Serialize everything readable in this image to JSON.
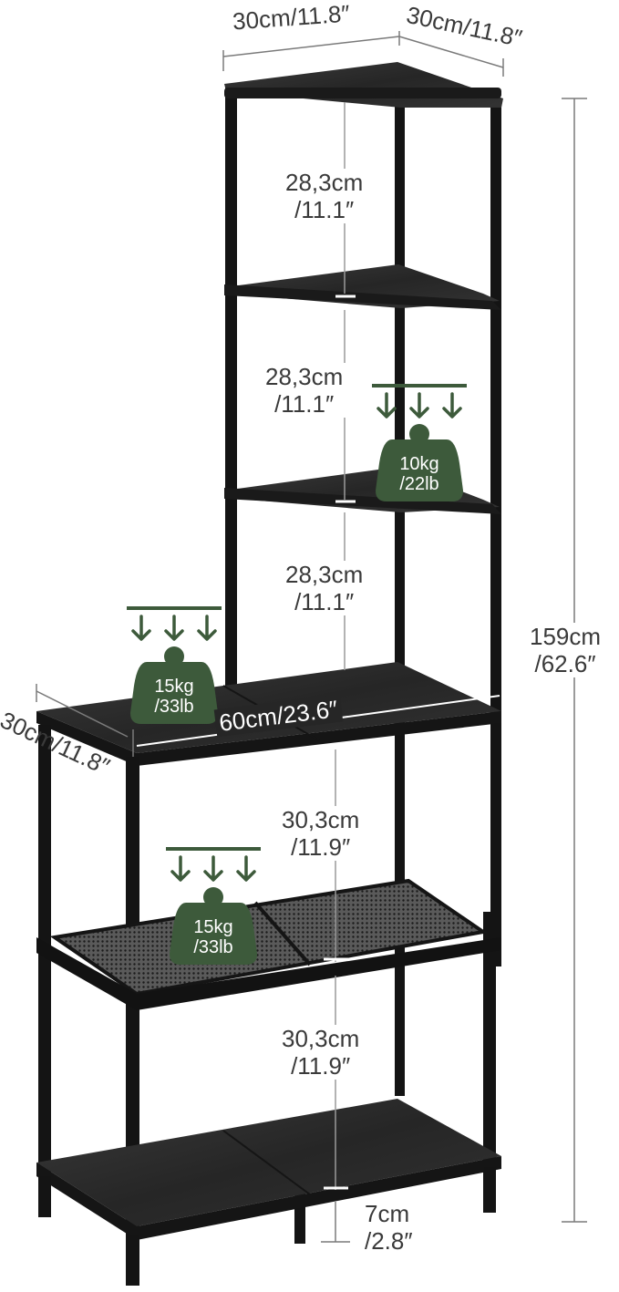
{
  "colors": {
    "frame": "#141414",
    "shelf_top": "#2a2a2a",
    "shelf_edge": "#111111",
    "mesh": "#3c3c3c",
    "dim_line": "#7a7a7a",
    "label_text": "#3a3a3a",
    "weight_green": "#3d5a3b",
    "background": "#ffffff"
  },
  "dimensions": {
    "top_width": "30cm/11.8″",
    "top_depth": "30cm/11.8″",
    "gap_1": {
      "line1": "28,3cm",
      "line2": "/11.1″"
    },
    "gap_2": {
      "line1": "28,3cm",
      "line2": "/11.1″"
    },
    "gap_3": {
      "line1": "28,3cm",
      "line2": "/11.1″"
    },
    "total_height": {
      "line1": "159cm",
      "line2": "/62.6″"
    },
    "desk_width": "60cm/23.6″",
    "desk_depth": "30cm/11.8″",
    "gap_4": {
      "line1": "30,3cm",
      "line2": "/11.9″"
    },
    "gap_5": {
      "line1": "30,3cm",
      "line2": "/11.9″"
    },
    "clearance": {
      "line1": "7cm",
      "line2": "/2.8″"
    }
  },
  "weights": {
    "corner_shelf": {
      "line1": "10kg",
      "line2": "/22lb",
      "icon": "weight-arrow-icon"
    },
    "desk_shelf": {
      "line1": "15kg",
      "line2": "/33lb",
      "icon": "weight-arrow-icon"
    },
    "mesh_shelf": {
      "line1": "15kg",
      "line2": "/33lb",
      "icon": "weight-arrow-icon"
    }
  }
}
